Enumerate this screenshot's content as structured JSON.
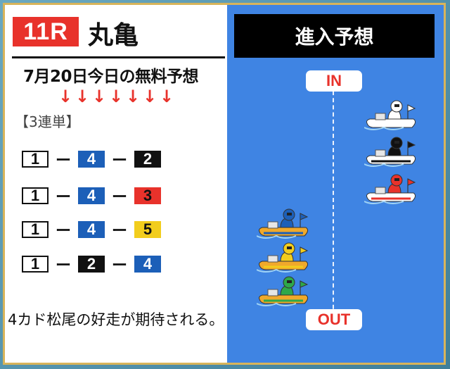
{
  "race": {
    "number": "11R",
    "venue": "丸亀"
  },
  "subtitle": "7月20日今日の無料予想",
  "arrows": [
    "↓",
    "↓",
    "↓",
    "↓",
    "↓",
    "↓",
    "↓"
  ],
  "bet_type": "【3連単】",
  "picks": [
    [
      "1",
      "4",
      "2"
    ],
    [
      "1",
      "4",
      "3"
    ],
    [
      "1",
      "4",
      "5"
    ],
    [
      "1",
      "2",
      "4"
    ]
  ],
  "comment": "4カド松尾の好走が期待される。",
  "panel": {
    "title": "進入予想",
    "in_label": "IN",
    "out_label": "OUT"
  },
  "boats": [
    {
      "lane": 1,
      "color": "#ffffff",
      "side": "in"
    },
    {
      "lane": 2,
      "color": "#111111",
      "side": "in"
    },
    {
      "lane": 3,
      "color": "#e8322b",
      "side": "in"
    },
    {
      "lane": 4,
      "color": "#1c5fb8",
      "side": "out"
    },
    {
      "lane": 5,
      "color": "#f2cd1d",
      "side": "out"
    },
    {
      "lane": 6,
      "color": "#2ea84a",
      "side": "out"
    }
  ],
  "colors": {
    "accent": "#e8322b",
    "panel_blue": "#3f84e3",
    "border_gold": "#d8b45a"
  }
}
